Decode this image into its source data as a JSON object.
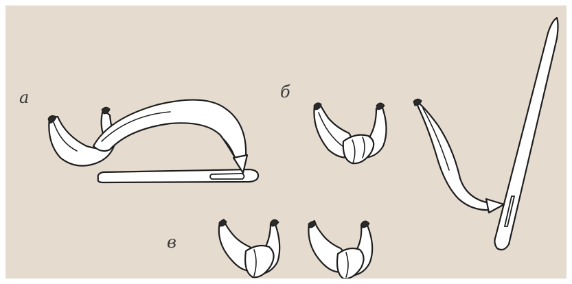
{
  "colors": {
    "background": "#e5dbcf",
    "ink": "#1e1e1e",
    "ribbon_fill": "#ffffff"
  },
  "labels": {
    "a": "а",
    "b": "б",
    "v": "в"
  }
}
